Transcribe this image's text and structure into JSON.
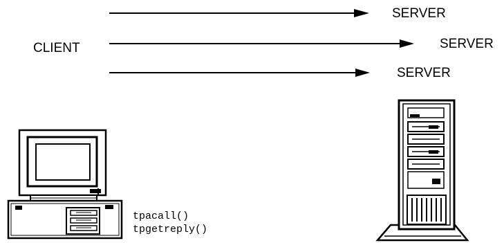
{
  "diagram": {
    "client_label": "CLIENT",
    "server_labels": [
      "SERVER",
      "SERVER",
      "SERVER"
    ],
    "calls": [
      "tpacall()",
      "tpgetreply()"
    ]
  },
  "colors": {
    "ink": "#000000",
    "background": "#ffffff"
  },
  "icons": {
    "client": "desktop-computer-icon",
    "server": "tower-server-icon"
  }
}
